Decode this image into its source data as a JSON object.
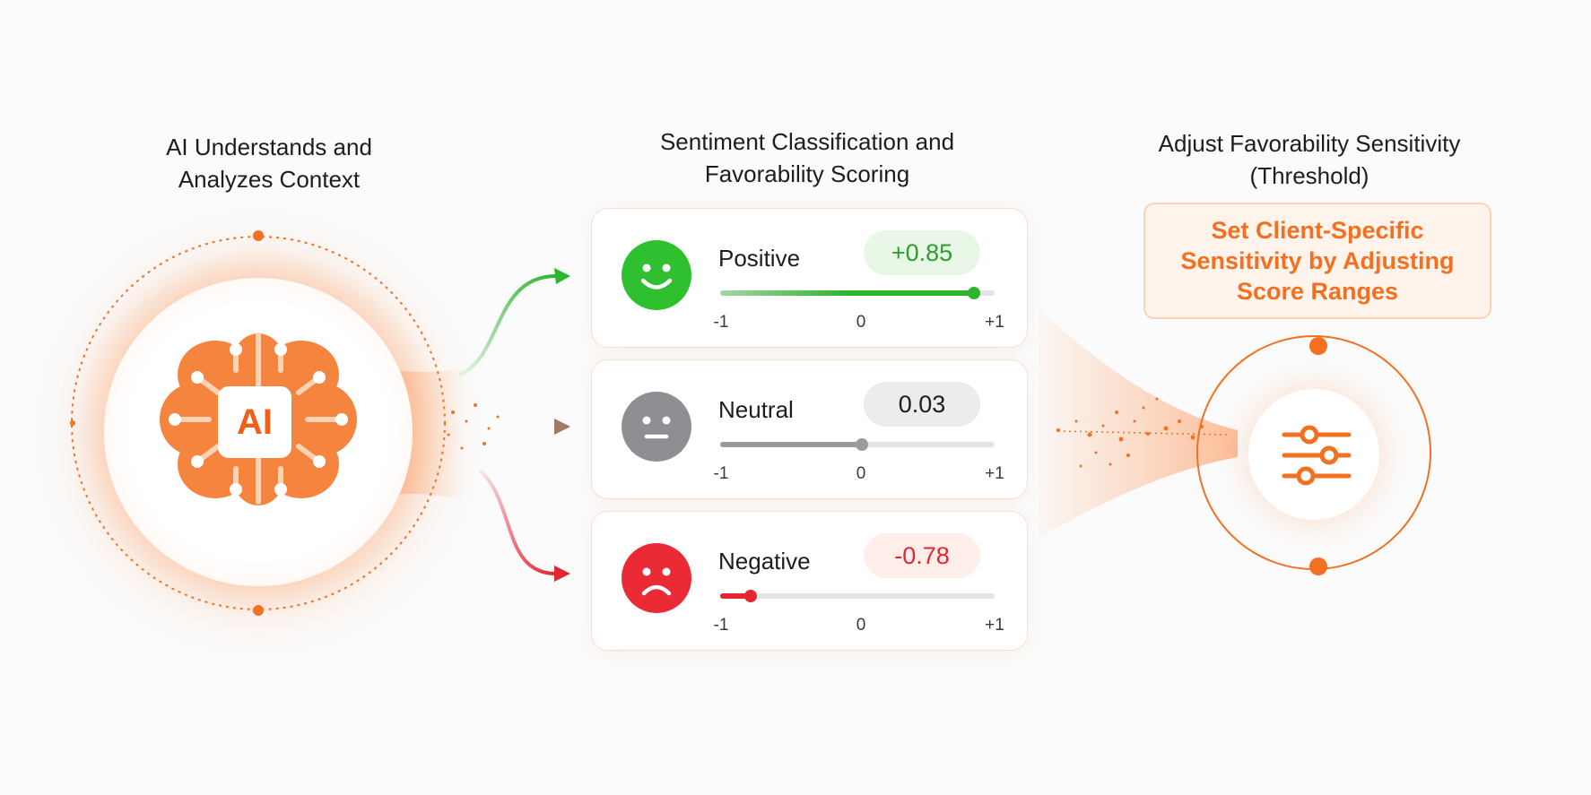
{
  "left": {
    "title": "AI Understands and\nAnalyzes Context",
    "badge": "AI"
  },
  "middle": {
    "title": "Sentiment Classification and\nFavorability Scoring",
    "cards": [
      {
        "label": "Positive",
        "score_text": "+0.85",
        "score": 0.85,
        "face": "smile-icon",
        "colors": {
          "face": "#2ec02e",
          "text": "#2ca02c",
          "pill": "#e9f7e6",
          "fill": "#2eb52e"
        },
        "scale": {
          "min": "-1",
          "mid": "0",
          "max": "+1"
        }
      },
      {
        "label": "Neutral",
        "score_text": "0.03",
        "score": 0.03,
        "face": "neutral-face-icon",
        "colors": {
          "face": "#8e8e93",
          "text": "#1d1d1f",
          "pill": "#ececee",
          "fill": "#9a9aa0"
        },
        "scale": {
          "min": "-1",
          "mid": "0",
          "max": "+1"
        }
      },
      {
        "label": "Negative",
        "score_text": "-0.78",
        "score": -0.78,
        "face": "frown-icon",
        "colors": {
          "face": "#ea2a35",
          "text": "#e3262f",
          "pill": "#fdeeea",
          "fill": "#e3262f"
        },
        "scale": {
          "min": "-1",
          "mid": "0",
          "max": "+1"
        }
      }
    ]
  },
  "right": {
    "title": "Adjust Favorability Sensitivity\n(Threshold)",
    "box_text": "Set Client-Specific\nSensitivity by Adjusting\nScore Ranges",
    "icon": "sliders-icon"
  },
  "colors": {
    "accent": "#f37021",
    "positive": "#2eb52e",
    "neutral": "#a08070",
    "negative": "#e3262f"
  }
}
